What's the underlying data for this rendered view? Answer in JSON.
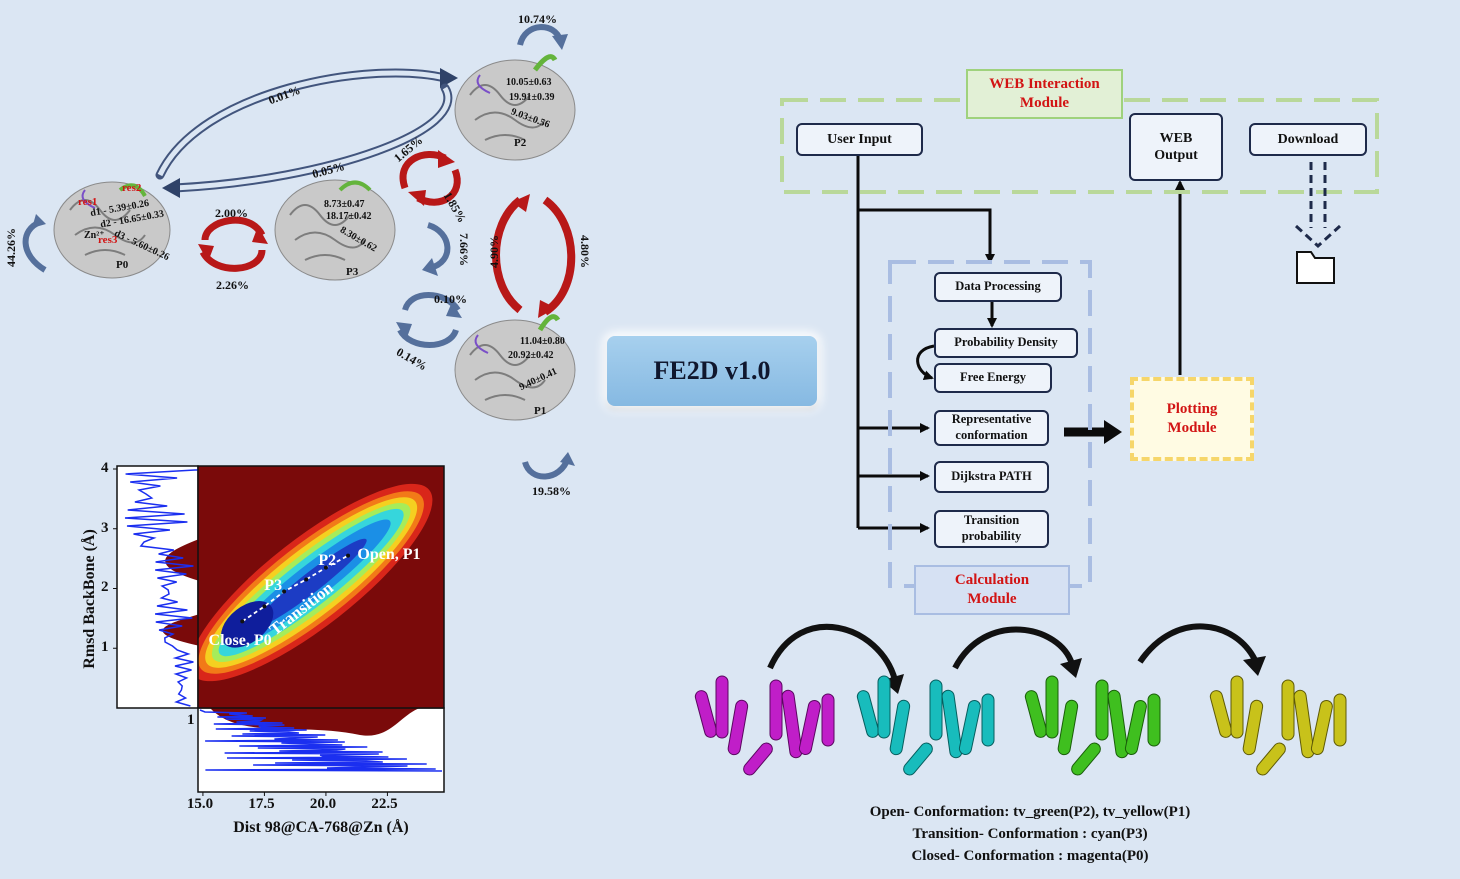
{
  "network": {
    "self_loops": {
      "p0": "44.26%",
      "p2": "10.74%",
      "p1": "19.58%"
    },
    "transitions": {
      "p0_p2": "0.01%",
      "p2_p0": "0.05%",
      "p0_p3": "2.00%",
      "p3_p0": "2.26%",
      "p3_p2": "1.65%",
      "p2_p3": "1.85%",
      "p3_p3": "7.66%",
      "p2_p1": "4.80%",
      "p1_p2": "4.90%",
      "p3_p1": "0.10%",
      "p1_p3": "0.14%"
    },
    "states": {
      "p0": {
        "label": "P0",
        "d1": "d1 - 5.39±0.26",
        "d2": "d2 - 16.65±0.33",
        "d3": "d3 - 5.60±0.26"
      },
      "p3": {
        "label": "P3",
        "d1": "8.73±0.47",
        "d2": "18.17±0.42",
        "d3": "8.30±0.62"
      },
      "p2": {
        "label": "P2",
        "d1": "10.05±0.63",
        "d2": "19.91±0.39",
        "d3": "9.03±0.56"
      },
      "p1": {
        "label": "P1",
        "d1": "11.04±0.80",
        "d2": "20.92±0.42",
        "d3": "9.40±0.41"
      }
    },
    "residues": {
      "res1": "res1",
      "res2": "res2",
      "res3": "res3",
      "zn": "Zn²⁺"
    }
  },
  "fe2d_label": "FE2D v1.0",
  "workflow": {
    "web_module": "WEB Interaction Module",
    "user_input": "User Input",
    "web_output": "WEB Output",
    "download": "Download",
    "data_processing": "Data Processing",
    "probability_density": "Probability Density",
    "free_energy": "Free Energy",
    "representative": "Representative conformation",
    "dijkstra": "Dijkstra PATH",
    "transition_probability": "Transition probability",
    "calculation_module": "Calculation Module",
    "plotting_module": "Plotting Module"
  },
  "colors": {
    "accent_red": "#d21414",
    "magenta": "#c01ec8",
    "cyan": "#18bcbc",
    "green": "#3fbf1f",
    "yellow": "#c8c21a",
    "heat_bg": "#7a0a0a"
  },
  "chart_data": {
    "type": "heatmap",
    "xlabel": "Dist 98@CA-768@Zn (Å)",
    "ylabel": "Rmsd BackBone (Å)",
    "x_ticks": [
      "15.0",
      "17.5",
      "20.0",
      "22.5"
    ],
    "y_ticks": [
      "1",
      "2",
      "3",
      "4"
    ],
    "marginal_tick": "1",
    "xlim": [
      14.8,
      24.8
    ],
    "ylim": [
      0.0,
      4.05
    ],
    "annotations": [
      {
        "text": "Close, P0",
        "x": 16.6,
        "y": 1.1
      },
      {
        "text": "P3",
        "x": 17.8,
        "y": 2.02
      },
      {
        "text": "P2",
        "x": 20.0,
        "y": 2.45
      },
      {
        "text": "Open, P1",
        "x": 22.5,
        "y": 2.55
      },
      {
        "text": "Transition",
        "x": 19.0,
        "y": 1.65
      }
    ],
    "path": [
      [
        16.6,
        1.45
      ],
      [
        17.5,
        1.7
      ],
      [
        18.3,
        1.95
      ],
      [
        19.2,
        2.15
      ],
      [
        20.0,
        2.35
      ],
      [
        20.9,
        2.55
      ]
    ]
  },
  "caption": {
    "open": "Open- Conformation: tv_green(P2), tv_yellow(P1)",
    "transition": "Transition- Conformation : cyan(P3)",
    "closed": "Closed- Conformation : magenta(P0)"
  }
}
